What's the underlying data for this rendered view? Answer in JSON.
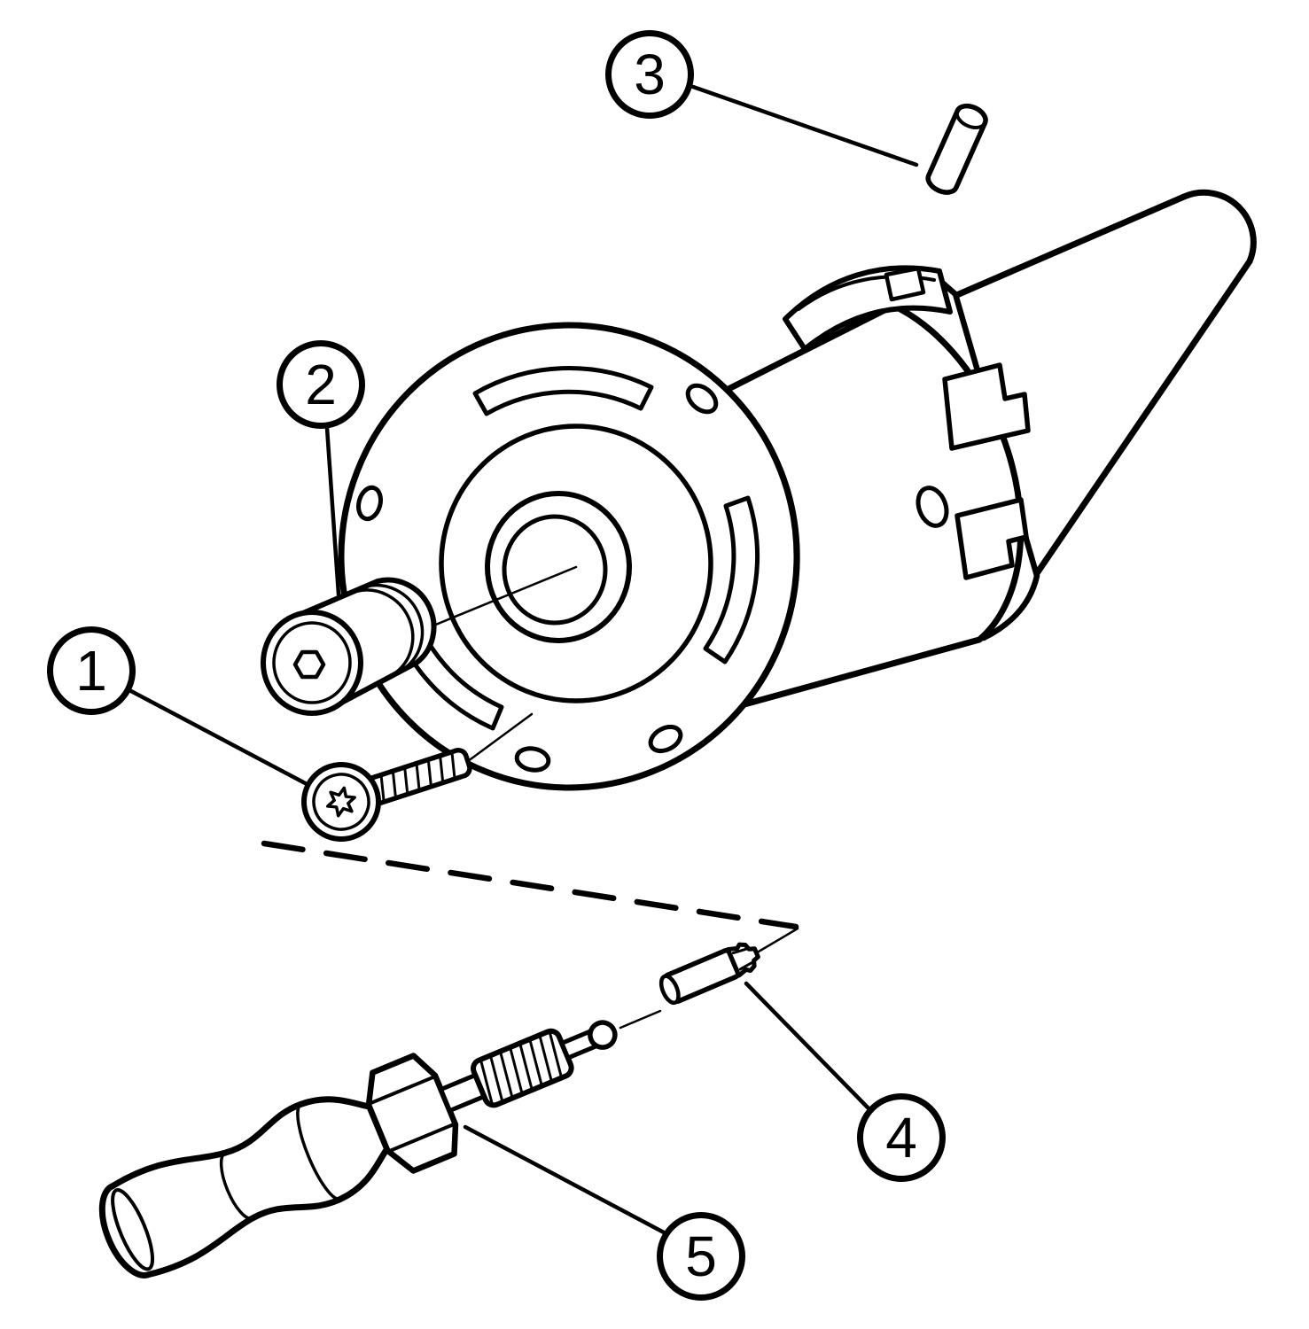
{
  "diagram": {
    "type": "exploded-assembly-technical-drawing",
    "colors": {
      "ink": "#000000",
      "paper": "#ffffff"
    },
    "callouts": [
      {
        "number": "1",
        "part": "countersunk-torx-screw"
      },
      {
        "number": "2",
        "part": "clamping-plug"
      },
      {
        "number": "3",
        "part": "drive-pin"
      },
      {
        "number": "4",
        "part": "torx-bit"
      },
      {
        "number": "5",
        "part": "torque-driver-handle"
      }
    ]
  }
}
